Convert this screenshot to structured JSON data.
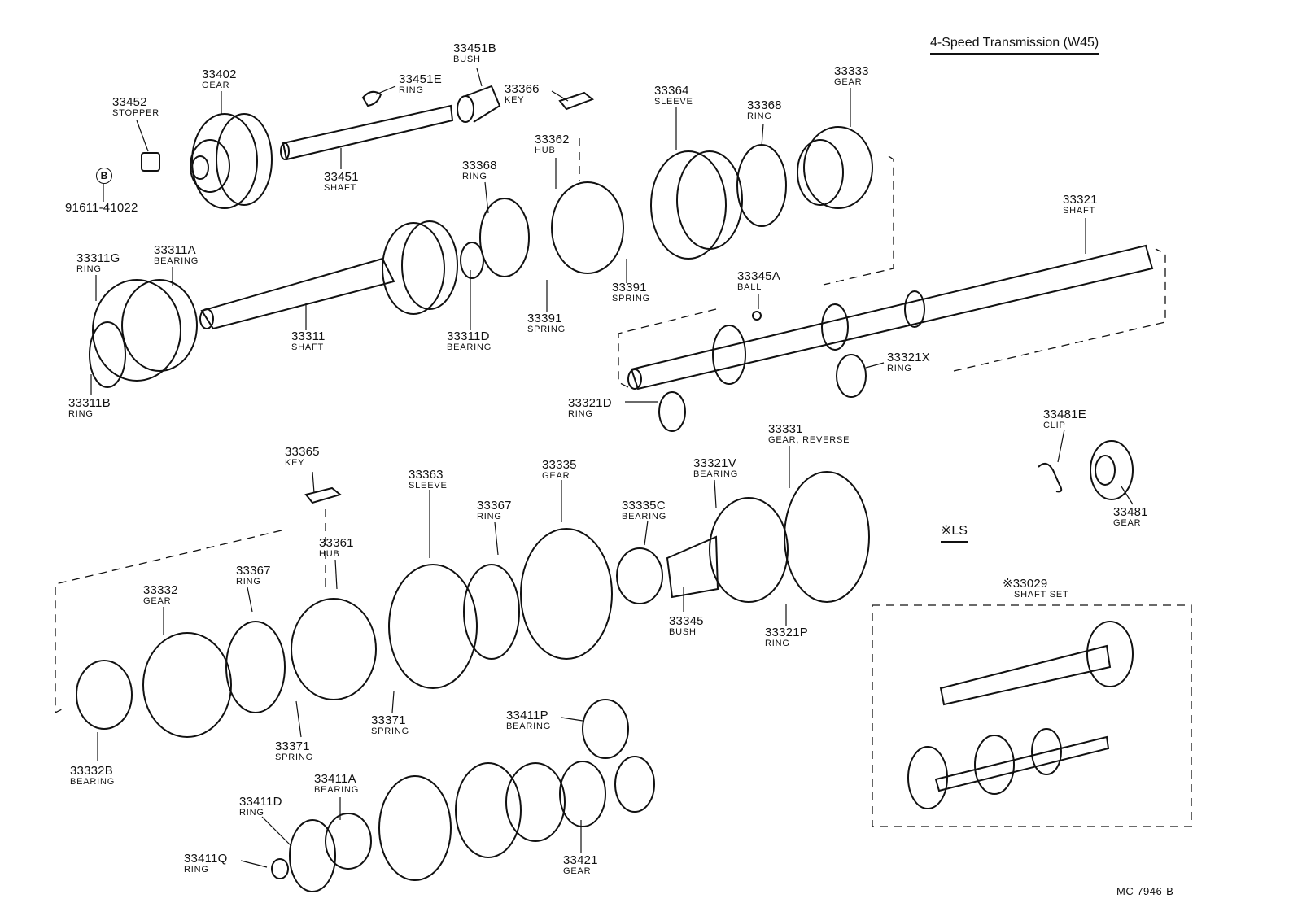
{
  "title": "4-Speed Transmission (W45)",
  "diagram_code": "MC 7946-B",
  "ls_label": "※LS",
  "circle_marker": "B",
  "parts": [
    {
      "id": "p33452",
      "number": "33452",
      "desc": "STOPPER"
    },
    {
      "id": "p33402",
      "number": "33402",
      "desc": "GEAR"
    },
    {
      "id": "p91611",
      "number": "91611-41022",
      "desc": ""
    },
    {
      "id": "p33451E",
      "number": "33451E",
      "desc": "RING"
    },
    {
      "id": "p33451B",
      "number": "33451B",
      "desc": "BUSH"
    },
    {
      "id": "p33366",
      "number": "33366",
      "desc": "KEY"
    },
    {
      "id": "p33451",
      "number": "33451",
      "desc": "SHAFT"
    },
    {
      "id": "p33362",
      "number": "33362",
      "desc": "HUB"
    },
    {
      "id": "p33364",
      "number": "33364",
      "desc": "SLEEVE"
    },
    {
      "id": "p33368a",
      "number": "33368",
      "desc": "RING"
    },
    {
      "id": "p33368b",
      "number": "33368",
      "desc": "RING"
    },
    {
      "id": "p33333",
      "number": "33333",
      "desc": "GEAR"
    },
    {
      "id": "p33321",
      "number": "33321",
      "desc": "SHAFT"
    },
    {
      "id": "p33311G",
      "number": "33311G",
      "desc": "RING"
    },
    {
      "id": "p33311A",
      "number": "33311A",
      "desc": "BEARING"
    },
    {
      "id": "p33345A",
      "number": "33345A",
      "desc": "BALL"
    },
    {
      "id": "p33391a",
      "number": "33391",
      "desc": "SPRING"
    },
    {
      "id": "p33391b",
      "number": "33391",
      "desc": "SPRING"
    },
    {
      "id": "p33311",
      "number": "33311",
      "desc": "SHAFT"
    },
    {
      "id": "p33311D",
      "number": "33311D",
      "desc": "BEARING"
    },
    {
      "id": "p33321X",
      "number": "33321X",
      "desc": "RING"
    },
    {
      "id": "p33311B",
      "number": "33311B",
      "desc": "RING"
    },
    {
      "id": "p33321D",
      "number": "33321D",
      "desc": "RING"
    },
    {
      "id": "p33481E",
      "number": "33481E",
      "desc": "CLIP"
    },
    {
      "id": "p33331",
      "number": "33331",
      "desc": "GEAR, REVERSE"
    },
    {
      "id": "p33365",
      "number": "33365",
      "desc": "KEY"
    },
    {
      "id": "p33363",
      "number": "33363",
      "desc": "SLEEVE"
    },
    {
      "id": "p33335",
      "number": "33335",
      "desc": "GEAR"
    },
    {
      "id": "p33321V",
      "number": "33321V",
      "desc": "BEARING"
    },
    {
      "id": "p33367a",
      "number": "33367",
      "desc": "RING"
    },
    {
      "id": "p33335C",
      "number": "33335C",
      "desc": "BEARING"
    },
    {
      "id": "p33481",
      "number": "33481",
      "desc": "GEAR"
    },
    {
      "id": "p33361",
      "number": "33361",
      "desc": "HUB"
    },
    {
      "id": "p33367b",
      "number": "33367",
      "desc": "RING"
    },
    {
      "id": "p33332",
      "number": "33332",
      "desc": "GEAR"
    },
    {
      "id": "p33029",
      "number": "※33029",
      "desc": "SHAFT SET"
    },
    {
      "id": "p33345",
      "number": "33345",
      "desc": "BUSH"
    },
    {
      "id": "p33321P",
      "number": "33321P",
      "desc": "RING"
    },
    {
      "id": "p33371a",
      "number": "33371",
      "desc": "SPRING"
    },
    {
      "id": "p33371b",
      "number": "33371",
      "desc": "SPRING"
    },
    {
      "id": "p33411P",
      "number": "33411P",
      "desc": "BEARING"
    },
    {
      "id": "p33332B",
      "number": "33332B",
      "desc": "BEARING"
    },
    {
      "id": "p33411A",
      "number": "33411A",
      "desc": "BEARING"
    },
    {
      "id": "p33411D",
      "number": "33411D",
      "desc": "RING"
    },
    {
      "id": "p33411Q",
      "number": "33411Q",
      "desc": "RING"
    },
    {
      "id": "p33421",
      "number": "33421",
      "desc": "GEAR"
    }
  ]
}
